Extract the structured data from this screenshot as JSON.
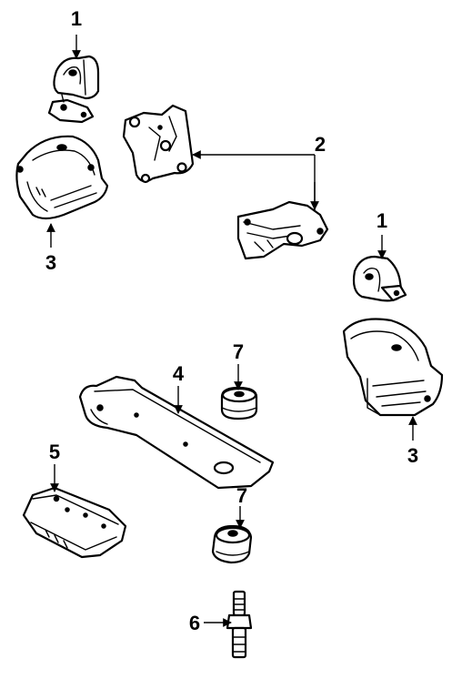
{
  "callouts": {
    "c1_top": "1",
    "c1_right": "1",
    "c2": "2",
    "c3_left": "3",
    "c3_right": "3",
    "c4": "4",
    "c5": "5",
    "c6": "6",
    "c7_upper": "7",
    "c7_lower": "7"
  }
}
